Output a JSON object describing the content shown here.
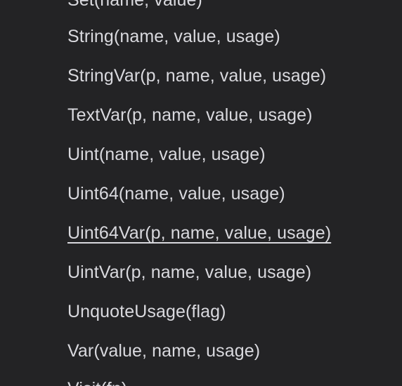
{
  "functions": {
    "items": [
      {
        "label": "Set(name, value)"
      },
      {
        "label": "String(name, value, usage)"
      },
      {
        "label": "StringVar(p, name, value, usage)"
      },
      {
        "label": "TextVar(p, name, value, usage)"
      },
      {
        "label": "Uint(name, value, usage)"
      },
      {
        "label": "Uint64(name, value, usage)"
      },
      {
        "label": "Uint64Var(p, name, value, usage)"
      },
      {
        "label": "UintVar(p, name, value, usage)"
      },
      {
        "label": "UnquoteUsage(flag)"
      },
      {
        "label": "Var(value, name, usage)"
      },
      {
        "label": "Visit(fn)"
      }
    ],
    "hovered_index": 6
  }
}
